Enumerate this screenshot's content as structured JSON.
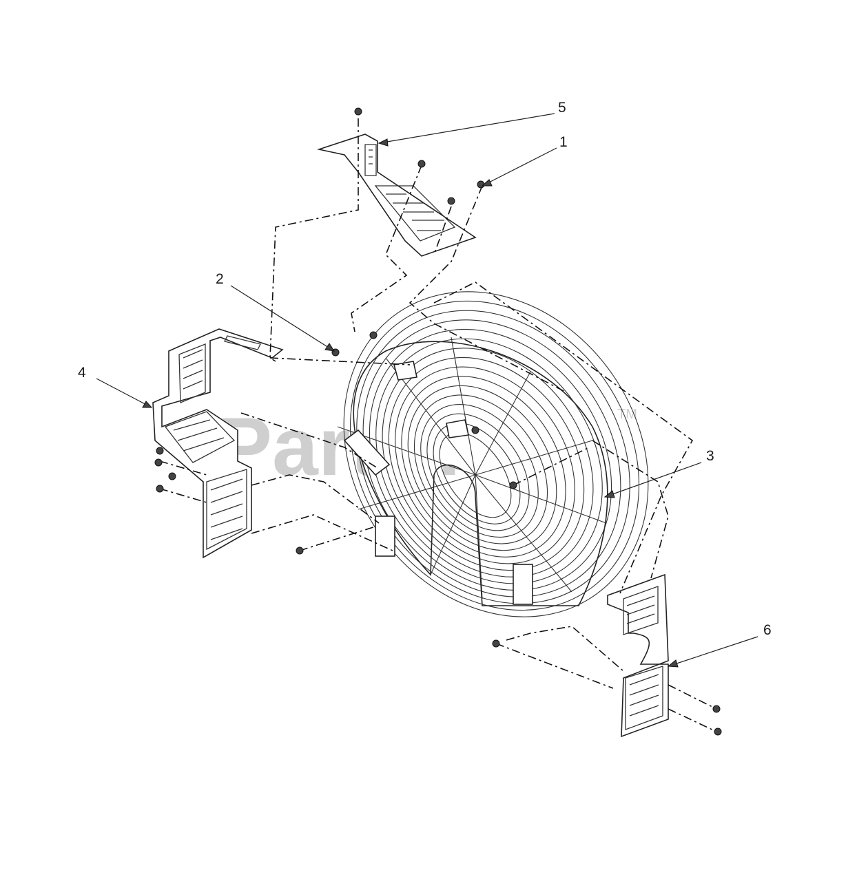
{
  "watermark": {
    "text": "PartsTree",
    "trademark": "TM"
  },
  "callouts": [
    {
      "id": "1",
      "label": "1"
    },
    {
      "id": "2",
      "label": "2"
    },
    {
      "id": "3",
      "label": "3"
    },
    {
      "id": "4",
      "label": "4"
    },
    {
      "id": "5",
      "label": "5"
    },
    {
      "id": "6",
      "label": "6"
    }
  ]
}
